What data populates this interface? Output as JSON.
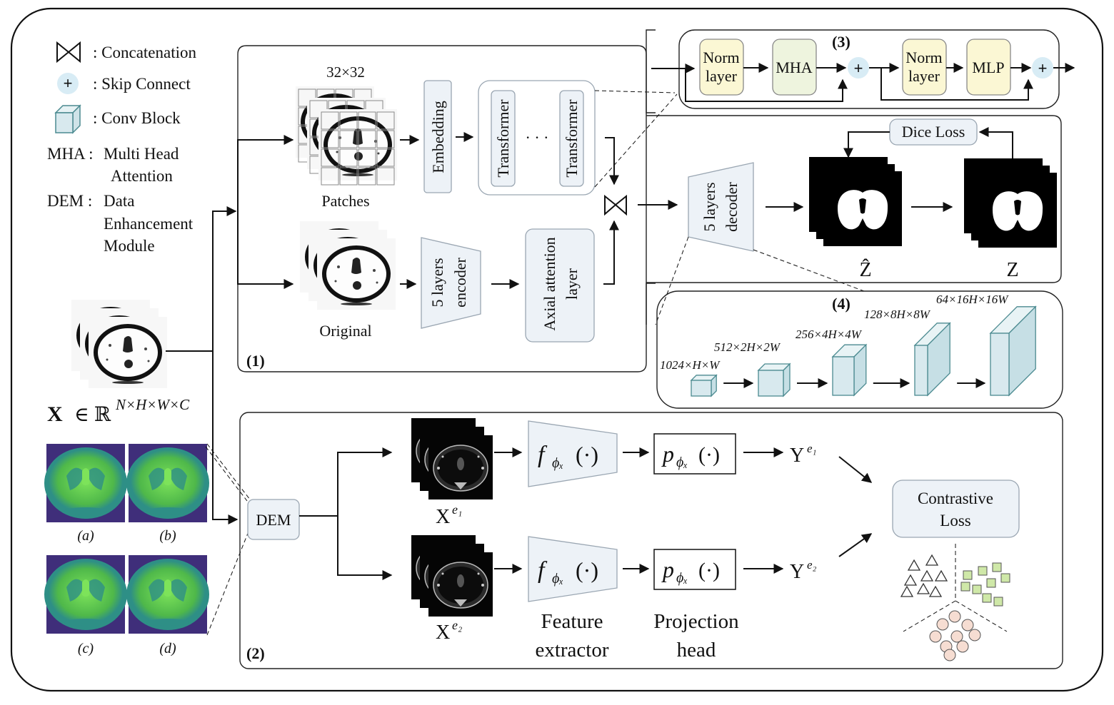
{
  "legend": {
    "concat_label": ": Concatenation",
    "skip_label": ": Skip Connect",
    "conv_label": ": Conv Block",
    "mha_abbr": "MHA :",
    "mha_line1": "Multi Head",
    "mha_line2": "Attention",
    "dem_abbr": "DEM :",
    "dem_line1": "Data",
    "dem_line2": "Enhancement",
    "dem_line3": "Module"
  },
  "input": {
    "x_symbol": "X",
    "x_in": "∈ ℝ",
    "x_exp": "N×H×W×C",
    "examples": [
      "(a)",
      "(b)",
      "(c)",
      "(d)"
    ]
  },
  "panel1": {
    "tag": "(1)",
    "patch_size": "32×32",
    "patches_label": "Patches",
    "original_label": "Original",
    "embedding": "Embedding",
    "transformer": "Transformer",
    "ellipsis": "· · ·",
    "encoder_line1": "5 layers",
    "encoder_line2": "encoder",
    "axial_line1": "Axial attention",
    "axial_line2": "layer",
    "decoder_line1": "5 layers",
    "decoder_line2": "decoder",
    "dice_loss": "Dice  Loss",
    "zhat": "Ẑ",
    "z": "Z"
  },
  "panel3": {
    "tag": "(3)",
    "norm_line1": "Norm",
    "norm_line2": "layer",
    "mha": "MHA",
    "mlp": "MLP"
  },
  "panel4": {
    "tag": "(4)",
    "levels": [
      "1024×H×W",
      "512×2H×2W",
      "256×4H×4W",
      "128×8H×8W",
      "64×16H×16W"
    ]
  },
  "panel2": {
    "tag": "(2)",
    "dem": "DEM",
    "xe1": "X",
    "xe1_sup": "e₁",
    "xe2": "X",
    "xe2_sup": "e₂",
    "f": "f",
    "f_sub": "ϕₓ",
    "arg": "(·)",
    "p": "p",
    "p_sub": "ϕₓ",
    "ye1": "Y",
    "ye1_sup": "e₁",
    "ye2": "Y",
    "ye2_sup": "e₂",
    "contrastive_line1": "Contrastive",
    "contrastive_line2": "Loss",
    "feature_line1": "Feature",
    "feature_line2": "extractor",
    "projection_line1": "Projection",
    "projection_line2": "head"
  },
  "colors": {
    "norm_fill": "#fbf7d4",
    "mha_fill": "#eef4de",
    "skip_fill": "#d8ecf5",
    "conv_fill": "#d8e9ee",
    "conv_stroke": "#4b8a90",
    "ct_green": "#5fc84f",
    "ct_teal": "#2e8f86",
    "ct_purple": "#3f2e7a",
    "triangle_stroke": "#333333",
    "square_fill": "#cfe8a8",
    "circle_fill": "#f6ddd2"
  }
}
